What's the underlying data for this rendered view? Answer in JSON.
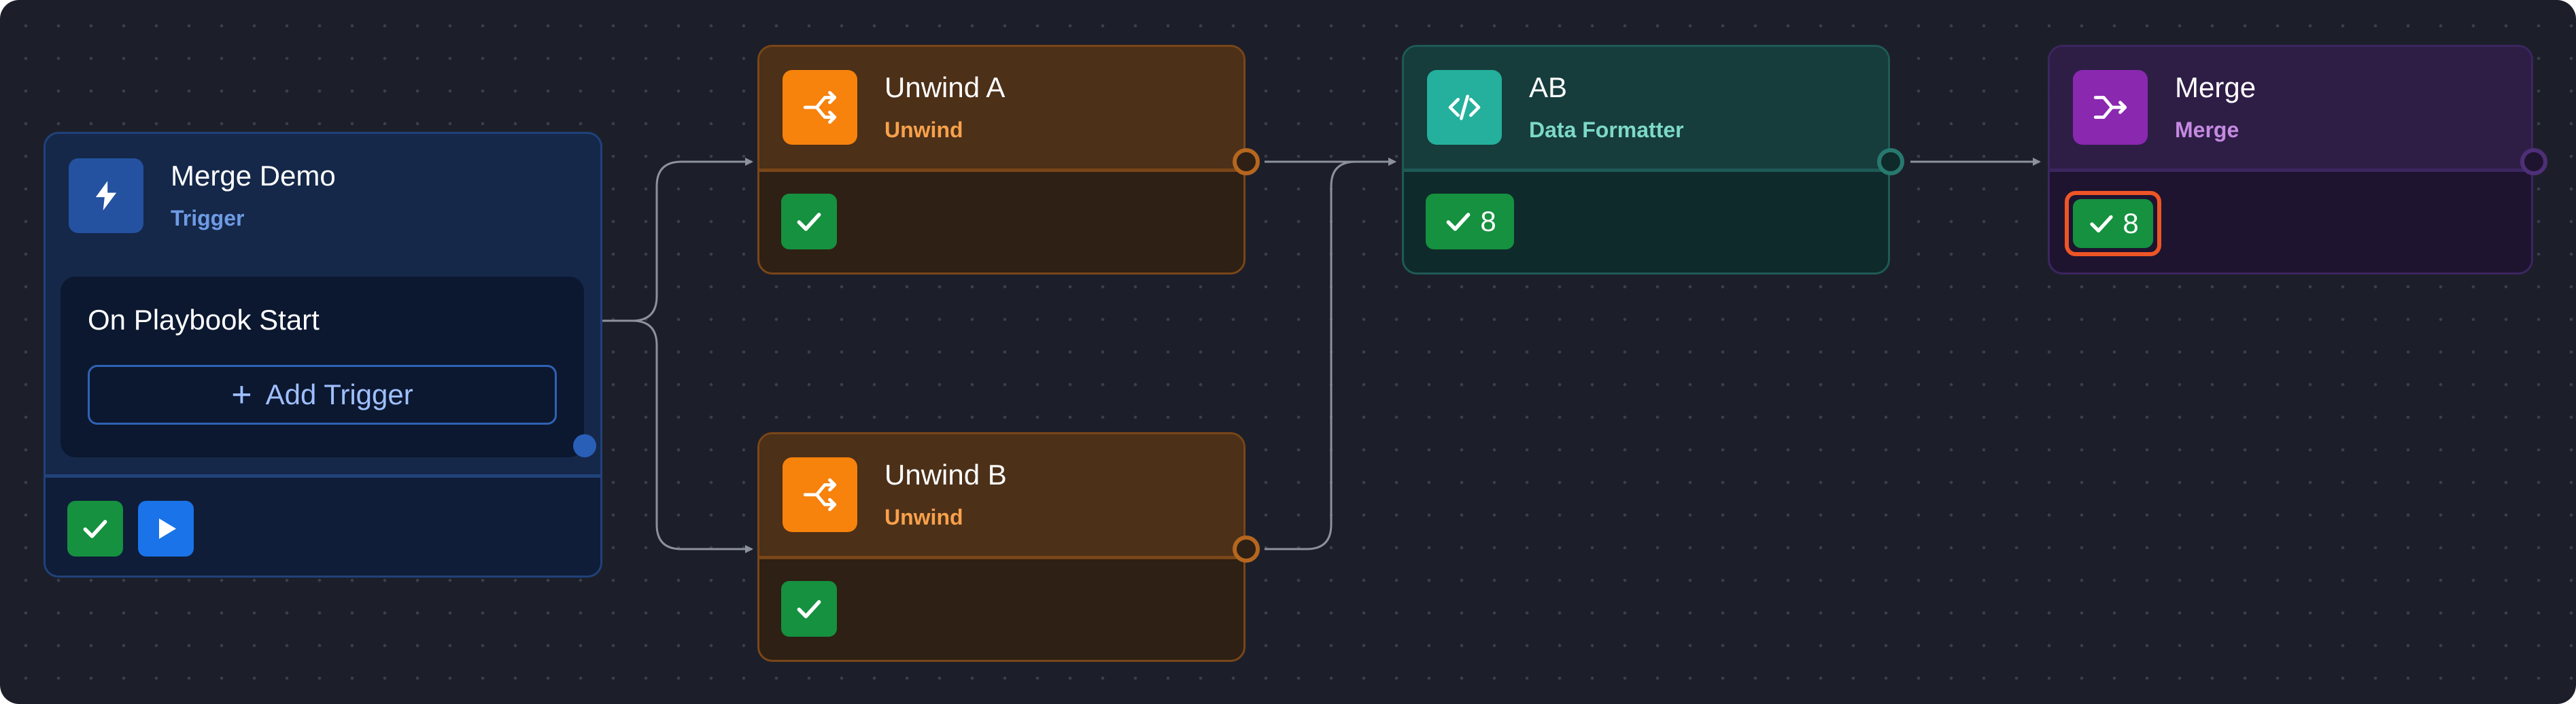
{
  "nodes": {
    "trigger": {
      "title": "Merge Demo",
      "subtitle": "Trigger",
      "icon": "lightning-bolt-icon",
      "trigger_label": "On Playbook Start",
      "add_trigger_label": "Add Trigger",
      "add_trigger_icon": "plus-icon",
      "status": [
        "success-check-icon",
        "run-play-icon"
      ]
    },
    "unwind_a": {
      "title": "Unwind A",
      "subtitle": "Unwind",
      "icon": "split-arrows-icon",
      "status": "success-check-icon"
    },
    "unwind_b": {
      "title": "Unwind B",
      "subtitle": "Unwind",
      "icon": "split-arrows-icon",
      "status": "success-check-icon"
    },
    "ab": {
      "title": "AB",
      "subtitle": "Data Formatter",
      "icon": "code-brackets-icon",
      "count": "8"
    },
    "merge": {
      "title": "Merge",
      "subtitle": "Merge",
      "icon": "merge-arrows-icon",
      "count": "8",
      "selected": true
    }
  },
  "edges": [
    {
      "from": "trigger",
      "to": "unwind_a"
    },
    {
      "from": "trigger",
      "to": "unwind_b"
    },
    {
      "from": "unwind_a",
      "to": "ab"
    },
    {
      "from": "unwind_b",
      "to": "ab"
    },
    {
      "from": "ab",
      "to": "merge"
    }
  ],
  "colors": {
    "canvas": "#1c1f2a",
    "trigger_accent": "#2452a0",
    "unwind_accent": "#f7820c",
    "formatter_accent": "#24b09c",
    "merge_accent": "#8a28b0",
    "success": "#15913f",
    "run": "#1a73e8",
    "selection": "#ee5526",
    "edge": "#8c919c"
  }
}
